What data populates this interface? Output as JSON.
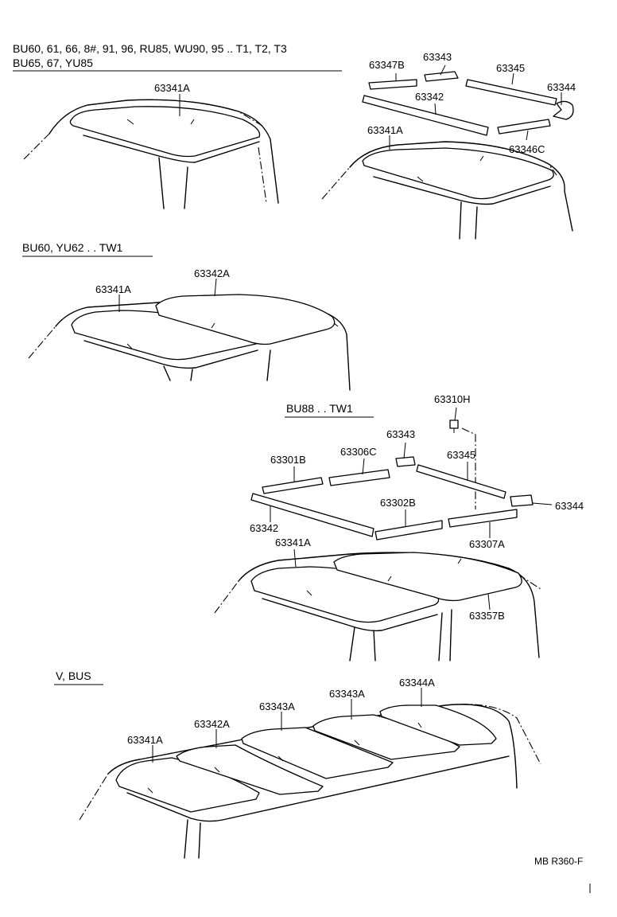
{
  "sections": [
    {
      "header_line1": "BU60, 61, 66, 8#, 91, 96, RU85, WU90, 95 .. T1, T2, T3",
      "header_line2": "BU65, 67, YU85",
      "labels": {
        "left_roof": "63341A",
        "p63347B": "63347B",
        "p63343": "63343",
        "p63345": "63345",
        "p63344": "63344",
        "p63342": "63342",
        "p63341A": "63341A",
        "p63346C": "63346C"
      }
    },
    {
      "header": "BU60, YU62 . . TW1",
      "labels": {
        "p63341A": "63341A",
        "p63342A": "63342A"
      }
    },
    {
      "header": "BU88 . . TW1",
      "labels": {
        "p63310H": "63310H",
        "p63343": "63343",
        "p63301B": "63301B",
        "p63306C": "63306C",
        "p63345": "63345",
        "p63302B": "63302B",
        "p63344": "63344",
        "p63342": "63342",
        "p63307A": "63307A",
        "p63341A": "63341A",
        "p63357B": "63357B"
      }
    },
    {
      "header": "V, BUS",
      "labels": {
        "p63343A_a": "63343A",
        "p63344A": "63344A",
        "p63343A_b": "63343A",
        "p63342A": "63342A",
        "p63341A": "63341A"
      }
    }
  ],
  "reference": "MB R360-F"
}
